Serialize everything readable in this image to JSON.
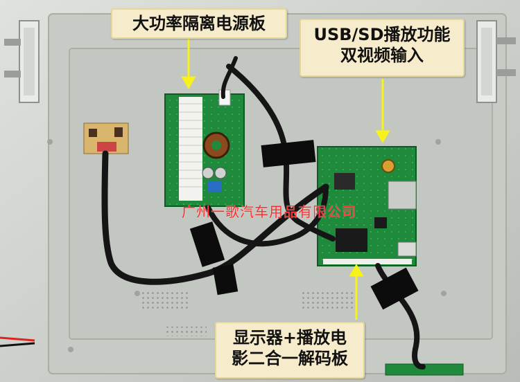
{
  "labels": {
    "power_board": "大功率隔离电源板",
    "usb_sd_line1": "USB/SD播放功能",
    "usb_sd_line2": "双视频输入",
    "decoder_line1": "显示器+播放电",
    "decoder_line2": "影二合一解码板"
  },
  "watermark": "广州一歌汽车用品有限公司",
  "colors": {
    "label_bg": "#f6eccb",
    "arrow": "#f7f21a",
    "pcb_green": "#1f8a3c",
    "panel": "#c9ccc7",
    "watermark": "#ff2b2b"
  }
}
